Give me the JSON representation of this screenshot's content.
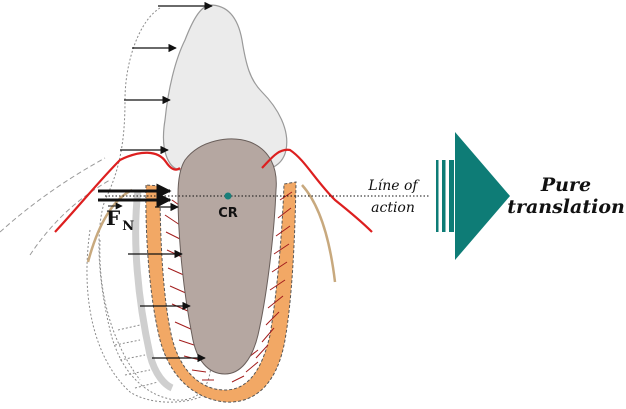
{
  "labels": {
    "force_letter": "F",
    "force_subscript": "N",
    "center_label": "CR",
    "line_of_action_1": "Líne of",
    "line_of_action_2": "action",
    "result_1": "Pure",
    "result_2": "translation"
  },
  "colors": {
    "crown": "#ebebeb",
    "root": "#b5a7a1",
    "gingiva": "#dd1f1f",
    "bone": "#c8a97e",
    "ligament": "#f2a865",
    "ligament_fibers": "#a31d1d",
    "center_dot": "#1a7f7a",
    "result_arrow": "#0e7c76",
    "ghost": "#8a8a8a"
  },
  "icons": {
    "result_arrow": "right-triangle-arrow-icon",
    "force_arrow": "force-arrow-icon"
  }
}
